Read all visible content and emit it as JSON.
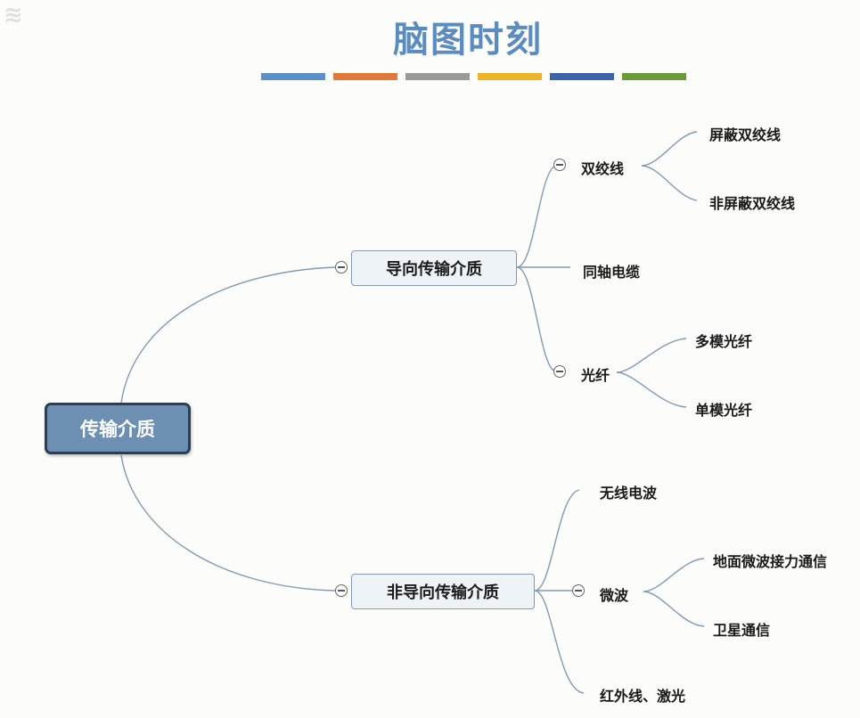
{
  "title": "脑图时刻",
  "color_bars": [
    "#5b8fc7",
    "#e07a3a",
    "#9a9a9a",
    "#f0b429",
    "#3b63a8",
    "#6b9a3a"
  ],
  "mindmap": {
    "root": "传输介质",
    "guided": {
      "label": "导向传输介质",
      "twisted_pair": {
        "label": "双绞线",
        "children": [
          "屏蔽双绞线",
          "非屏蔽双绞线"
        ]
      },
      "coax": "同轴电缆",
      "fiber": {
        "label": "光纤",
        "children": [
          "多模光纤",
          "单模光纤"
        ]
      }
    },
    "unguided": {
      "label": "非导向传输介质",
      "radio": "无线电波",
      "microwave": {
        "label": "微波",
        "children": [
          "地面微波接力通信",
          "卫星通信"
        ]
      },
      "infrared": "红外线、激光"
    }
  }
}
